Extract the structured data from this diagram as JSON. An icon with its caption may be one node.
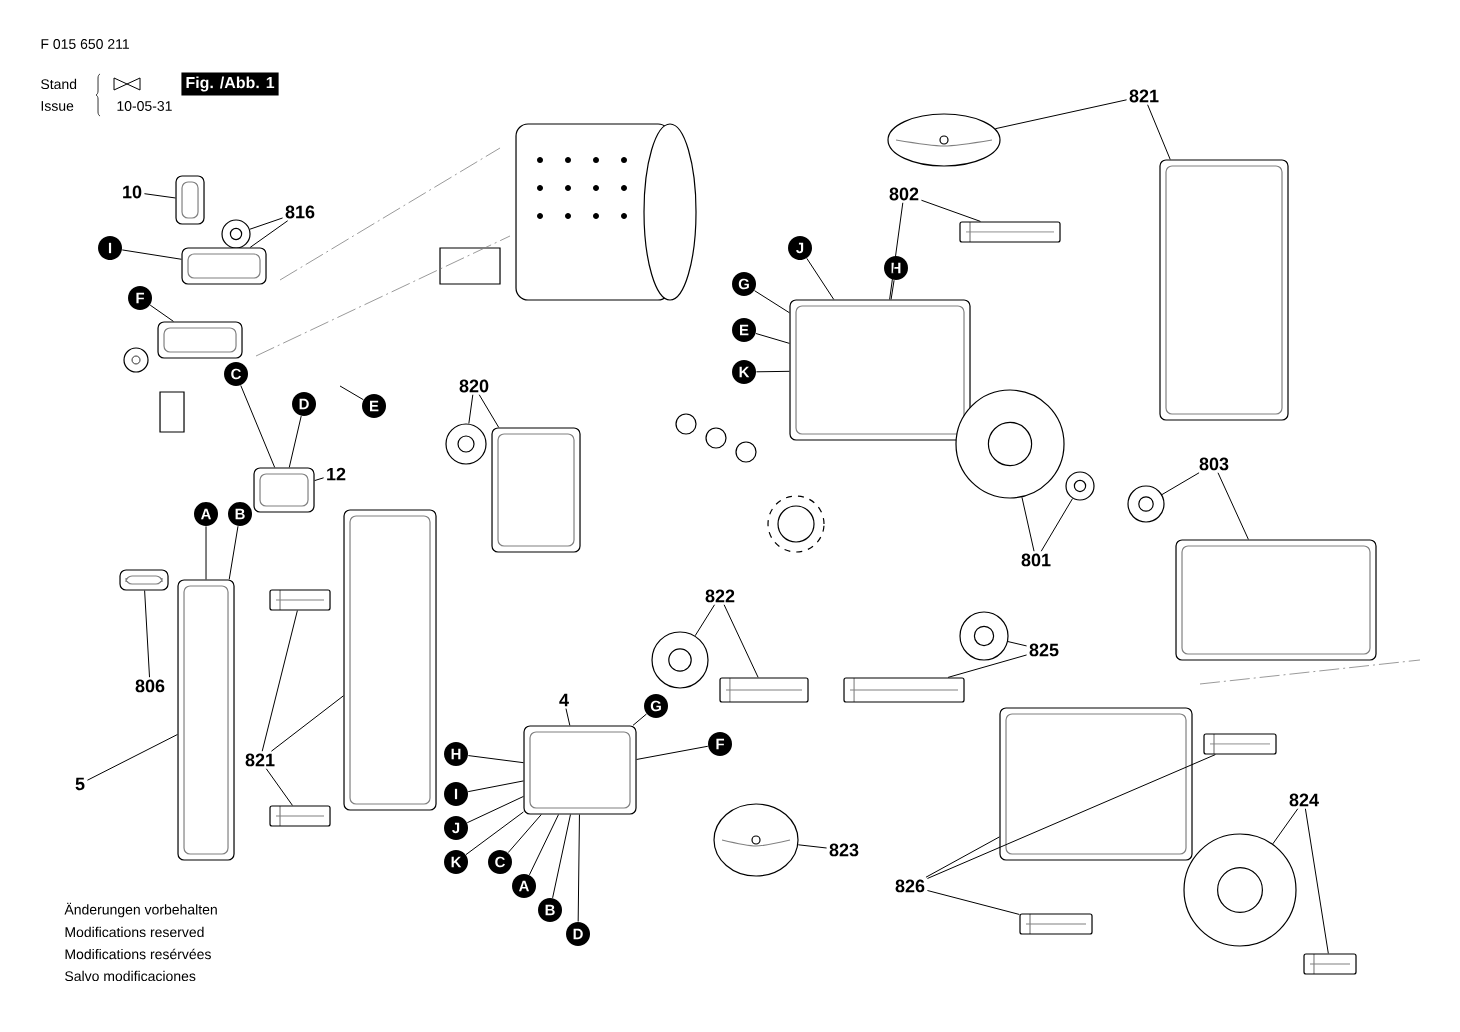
{
  "diagram": {
    "nodes": [
      {
        "text": [
          "10"
        ]
      },
      {
        "text": [],
        "shape": "picture"
      },
      {
        "text": [
          "816"
        ]
      },
      {
        "text": [],
        "shape": "picture"
      },
      {
        "text": [
          "I"
        ]
      },
      {
        "text": [],
        "shape": "picture"
      },
      {
        "text": [
          "F"
        ]
      },
      {
        "text": [],
        "shape": "picture"
      },
      {
        "text": [
          "C"
        ]
      },
      {
        "text": [
          "D"
        ]
      },
      {
        "text": [
          "E"
        ]
      },
      {
        "text": [],
        "shape": "picture"
      },
      {
        "text": [
          "12"
        ]
      },
      {
        "text": [
          "A"
        ]
      },
      {
        "text": [
          "B"
        ]
      },
      {
        "text": [],
        "shape": "picture"
      },
      {
        "text": [
          "806"
        ]
      },
      {
        "text": [],
        "shape": "picture"
      },
      {
        "text": [
          "5"
        ]
      },
      {
        "text": [],
        "shape": "picture"
      },
      {
        "text": [
          "821"
        ]
      },
      {
        "text": [],
        "shape": "picture"
      },
      {
        "text": [],
        "shape": "picture"
      },
      {
        "text": [
          "820"
        ]
      },
      {
        "text": [],
        "shape": "picture"
      },
      {
        "text": [],
        "shape": "picture"
      },
      {
        "text": [
          "J"
        ]
      },
      {
        "text": [
          "H"
        ]
      },
      {
        "text": [
          "G"
        ]
      },
      {
        "text": [
          "E"
        ]
      },
      {
        "text": [
          "K"
        ]
      },
      {
        "text": [
          "802"
        ]
      },
      {
        "text": [],
        "shape": "picture"
      },
      {
        "text": [],
        "shape": "picture"
      },
      {
        "text": [],
        "shape": "picture"
      },
      {
        "text": [
          "821"
        ]
      },
      {
        "text": [],
        "shape": "picture"
      },
      {
        "text": [],
        "shape": "picture"
      },
      {
        "text": [
          "803"
        ]
      },
      {
        "text": [],
        "shape": "picture"
      },
      {
        "text": [],
        "shape": "picture"
      },
      {
        "text": [
          "801"
        ]
      },
      {
        "text": [],
        "shape": "picture"
      },
      {
        "text": [
          "822"
        ]
      },
      {
        "text": [],
        "shape": "picture"
      },
      {
        "text": [],
        "shape": "picture"
      },
      {
        "text": [
          "825"
        ]
      },
      {
        "text": [],
        "shape": "picture"
      },
      {
        "text": [],
        "shape": "picture"
      },
      {
        "text": [
          "4"
        ]
      },
      {
        "text": [],
        "shape": "picture"
      },
      {
        "text": [
          "G"
        ]
      },
      {
        "text": [
          "F"
        ]
      },
      {
        "text": [
          "H"
        ]
      },
      {
        "text": [
          "I"
        ]
      },
      {
        "text": [
          "J"
        ]
      },
      {
        "text": [
          "K"
        ]
      },
      {
        "text": [
          "C"
        ]
      },
      {
        "text": [
          "A"
        ]
      },
      {
        "text": [
          "B"
        ]
      },
      {
        "text": [
          "D"
        ]
      },
      {
        "text": [
          "823"
        ]
      },
      {
        "text": [],
        "shape": "picture"
      },
      {
        "text": [
          "826"
        ]
      },
      {
        "text": [],
        "shape": "picture"
      },
      {
        "text": [],
        "shape": "picture"
      },
      {
        "text": [],
        "shape": "picture"
      },
      {
        "text": [
          "824"
        ]
      },
      {
        "text": [],
        "shape": "picture"
      },
      {
        "text": [],
        "shape": "picture"
      },
      {
        "text": [
          "Fig. /Abb. 1"
        ]
      }
    ],
    "edges": [
      {
        "from": 0,
        "to": 1,
        "arrow": "none"
      },
      {
        "from": 2,
        "to": 3,
        "arrow": "none"
      },
      {
        "from": 2,
        "to": 5,
        "arrow": "none"
      },
      {
        "from": 4,
        "to": 5,
        "arrow": "none"
      },
      {
        "from": 6,
        "to": 7,
        "arrow": "none"
      },
      {
        "from": 8,
        "to": 11,
        "arrow": "none"
      },
      {
        "from": 9,
        "to": 11,
        "arrow": "none"
      },
      {
        "from": 10,
        "to": null,
        "arrow": "none"
      },
      {
        "from": 12,
        "to": 11,
        "arrow": "none"
      },
      {
        "from": 13,
        "to": 15,
        "arrow": "none"
      },
      {
        "from": 14,
        "to": 15,
        "arrow": "none"
      },
      {
        "from": 16,
        "to": 17,
        "arrow": "none"
      },
      {
        "from": 18,
        "to": 15,
        "arrow": "none"
      },
      {
        "from": 20,
        "to": 21,
        "arrow": "none"
      },
      {
        "from": 20,
        "to": 19,
        "arrow": "none"
      },
      {
        "from": 20,
        "to": 22,
        "arrow": "none"
      },
      {
        "from": 23,
        "to": 24,
        "arrow": "none"
      },
      {
        "from": 23,
        "to": 25,
        "arrow": "none"
      },
      {
        "from": 26,
        "to": 32,
        "arrow": "none"
      },
      {
        "from": 27,
        "to": 32,
        "arrow": "none"
      },
      {
        "from": 28,
        "to": 32,
        "arrow": "none"
      },
      {
        "from": 29,
        "to": 32,
        "arrow": "none"
      },
      {
        "from": 30,
        "to": 32,
        "arrow": "none"
      },
      {
        "from": 31,
        "to": 32,
        "arrow": "none"
      },
      {
        "from": 31,
        "to": 33,
        "arrow": "none"
      },
      {
        "from": 35,
        "to": 36,
        "arrow": "none"
      },
      {
        "from": 35,
        "to": 37,
        "arrow": "none"
      },
      {
        "from": 38,
        "to": 39,
        "arrow": "none"
      },
      {
        "from": 38,
        "to": 40,
        "arrow": "none"
      },
      {
        "from": 41,
        "to": 34,
        "arrow": "none"
      },
      {
        "from": 41,
        "to": 42,
        "arrow": "none"
      },
      {
        "from": 43,
        "to": 44,
        "arrow": "none"
      },
      {
        "from": 43,
        "to": 45,
        "arrow": "none"
      },
      {
        "from": 46,
        "to": 47,
        "arrow": "none"
      },
      {
        "from": 46,
        "to": 48,
        "arrow": "none"
      },
      {
        "from": 49,
        "to": 50,
        "arrow": "none"
      },
      {
        "from": 51,
        "to": 50,
        "arrow": "none"
      },
      {
        "from": 52,
        "to": 50,
        "arrow": "none"
      },
      {
        "from": 53,
        "to": 50,
        "arrow": "none"
      },
      {
        "from": 54,
        "to": 50,
        "arrow": "none"
      },
      {
        "from": 55,
        "to": 50,
        "arrow": "none"
      },
      {
        "from": 56,
        "to": 50,
        "arrow": "none"
      },
      {
        "from": 57,
        "to": 50,
        "arrow": "none"
      },
      {
        "from": 58,
        "to": 50,
        "arrow": "none"
      },
      {
        "from": 59,
        "to": 50,
        "arrow": "none"
      },
      {
        "from": 60,
        "to": 50,
        "arrow": "none"
      },
      {
        "from": 61,
        "to": 62,
        "arrow": "none"
      },
      {
        "from": 63,
        "to": 64,
        "arrow": "none"
      },
      {
        "from": 63,
        "to": 65,
        "arrow": "none"
      },
      {
        "from": 63,
        "to": 66,
        "arrow": "none"
      },
      {
        "from": 67,
        "to": 68,
        "arrow": "none"
      },
      {
        "from": 67,
        "to": 69,
        "arrow": "none"
      }
    ],
    "labels": [
      "F 015 650 211",
      "Stand",
      "Issue",
      "10-05-31",
      "Änderungen vorbehalten",
      "Modifications reserved",
      "Modifications resérvées",
      "Salvo modificaciones"
    ]
  }
}
